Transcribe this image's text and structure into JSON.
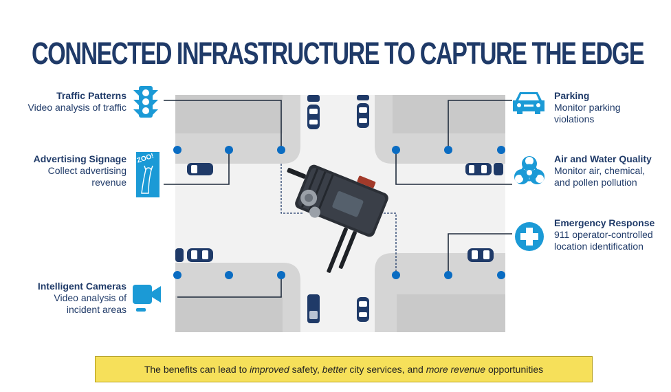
{
  "title": "CONNECTED INFRASTRUCTURE TO CAPTURE THE EDGE",
  "left_labels": [
    {
      "heading": "Traffic Patterns",
      "desc": [
        "Video analysis of traffic"
      ],
      "icon": "traffic-light-icon"
    },
    {
      "heading": "Advertising Signage",
      "desc": [
        "Collect advertising",
        "revenue"
      ],
      "icon": "billboard-icon"
    },
    {
      "heading": "Intelligent Cameras",
      "desc": [
        "Video analysis of",
        "incident areas"
      ],
      "icon": "video-camera-icon"
    }
  ],
  "right_labels": [
    {
      "heading": "Parking",
      "desc": [
        "Monitor parking",
        "violations"
      ],
      "icon": "car-icon"
    },
    {
      "heading": "Air and Water Quality",
      "desc": [
        "Monitor air, chemical,",
        "and pollen pollution"
      ],
      "icon": "biohazard-icon"
    },
    {
      "heading": "Emergency Response",
      "desc": [
        "911 operator-controlled",
        "location identification"
      ],
      "icon": "medical-cross-icon"
    }
  ],
  "billboard_text": "ZOO!",
  "banner": {
    "p1": "The benefits can lead to ",
    "e1": "improved",
    "p2": " safety, ",
    "e2": "better",
    "p3": " city services, and ",
    "e3": "more revenue",
    "p4": " opportunities"
  },
  "colors": {
    "navy": "#1f3a68",
    "icon_blue": "#1b9ad6",
    "dot_blue": "#0a6cc2",
    "block_grey": "#d9d9d9",
    "road_grey": "#e8e8e8",
    "banner_yellow": "#f6e05a"
  }
}
